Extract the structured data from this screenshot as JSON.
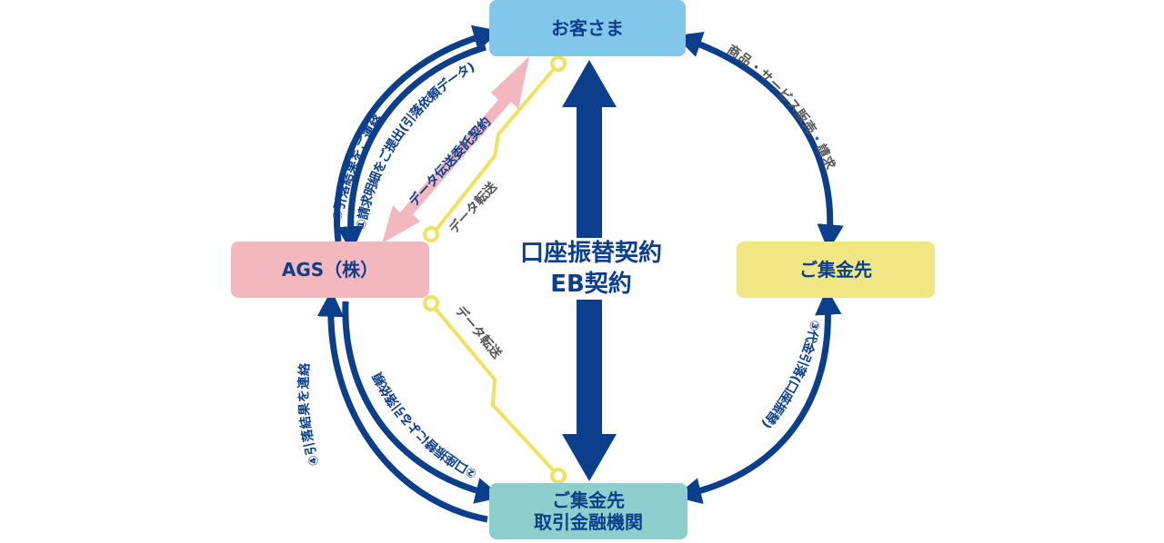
{
  "nodes": {
    "customer": "お客さま",
    "ags": "AGS（株）",
    "collector": "ご集金先",
    "bank_line1": "ご集金先",
    "bank_line2": "取引金融機関"
  },
  "center": {
    "line1": "口座振替契約",
    "line2": "EB契約"
  },
  "flows": {
    "step1": "①請求明細をご提出(引落依頼データ)",
    "step2": "②口座振替による引落依頼",
    "step3": "③代金引落(口座振替)",
    "step4": "④引落結果を連絡",
    "step5": "⑤引落結果をご連絡",
    "sales": "商品・サービス販売・請求",
    "data_contract": "データ伝送委託契約",
    "data_transfer_top": "データ転送",
    "data_transfer_bottom": "データ転送"
  },
  "colors": {
    "navy": "#0b3f8c",
    "customer_bg": "#82c6ea",
    "ags_bg": "#f3b8bd",
    "collector_bg": "#f0e784",
    "bank_bg": "#8dcfcd",
    "pink_arrow": "#f3b8bd",
    "yellow_line": "#eee35c",
    "gray_text": "#555555"
  }
}
